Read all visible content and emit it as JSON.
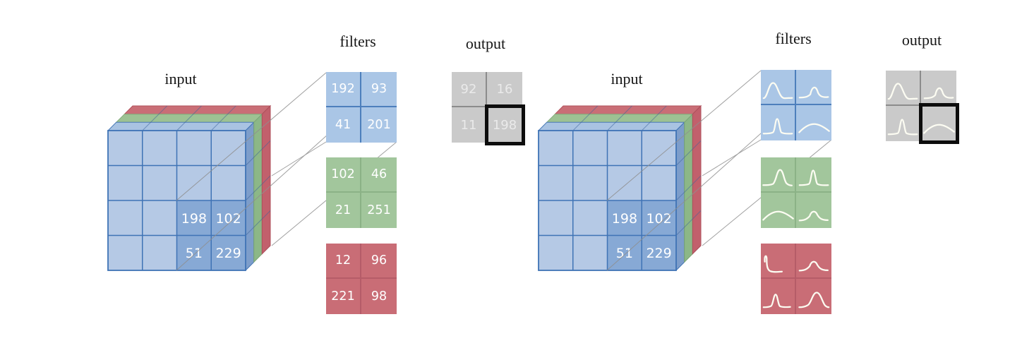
{
  "left_panel": {
    "input_label": "input",
    "filters_label": "filters",
    "output_label": "output",
    "input": {
      "grid_size": "4x4",
      "channels": [
        "blue",
        "green",
        "red"
      ],
      "region_values": [
        "198",
        "102",
        "51",
        "229"
      ]
    },
    "filters": [
      {
        "name": "blue-filter",
        "cells": [
          "192",
          "93",
          "41",
          "201"
        ]
      },
      {
        "name": "green-filter",
        "cells": [
          "102",
          "46",
          "21",
          "251"
        ]
      },
      {
        "name": "red-filter",
        "cells": [
          "12",
          "96",
          "221",
          "98"
        ]
      }
    ],
    "output": {
      "cells": [
        "92",
        "16",
        "11",
        "198"
      ],
      "highlighted_cell_value": "198",
      "highlighted_cell_position": "bottom-right"
    }
  },
  "right_panel": {
    "input_label": "input",
    "filters_label": "filters",
    "output_label": "output",
    "input": {
      "grid_size": "4x4",
      "channels": [
        "blue",
        "green",
        "red"
      ],
      "region_values": [
        "198",
        "102",
        "51",
        "229"
      ]
    },
    "filters": [
      {
        "name": "blue-filter",
        "curves": [
          "curve-bell-left",
          "curve-bell-small",
          "curve-spike",
          "curve-bump-wide"
        ]
      },
      {
        "name": "green-filter",
        "curves": [
          "curve-bell-rise",
          "curve-spike",
          "curve-bump-wide",
          "curve-bell-center"
        ]
      },
      {
        "name": "red-filter",
        "curves": [
          "curve-decay",
          "curve-bell-center",
          "curve-spike-left",
          "curve-bell-big"
        ]
      }
    ],
    "output": {
      "curves": [
        "curve-bell-left",
        "curve-bell-small",
        "curve-spike",
        "curve-bump-wide"
      ],
      "highlighted_cell_position": "bottom-right"
    }
  },
  "colors": {
    "cube_blue": "#b5c9e5",
    "cube_blue_highlight": "#87a9d5",
    "cube_blue_side": "#7d9dca",
    "cube_green": "#9dc293",
    "cube_red": "#c96e76",
    "cube_border_blue": "#3f73b5",
    "filter_blue": "#aac6e6",
    "filter_green": "#a2c69c",
    "filter_red": "#c96d76",
    "output_gray": "#cacaca",
    "highlight_border": "#0d0d0d",
    "value_text_white": "#ffffff",
    "output_text_gray": "#eaeaea",
    "connector_line_gray": "#8f8f8f"
  }
}
